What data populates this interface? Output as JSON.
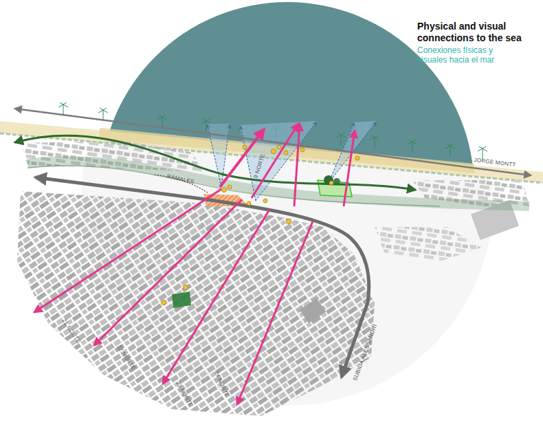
{
  "diagram": {
    "title": "Physical and visual connections to the sea",
    "labels": [
      "Conexiones físicas y visuales hacia el mar",
      "JORGE MONTT",
      "RAMALES",
      "19 NORTE",
      "21 NORTE",
      "22 NORTE",
      "23 NORTE",
      "24 NORTE",
      "SUBIDA ALESSANDRI"
    ]
  }
}
